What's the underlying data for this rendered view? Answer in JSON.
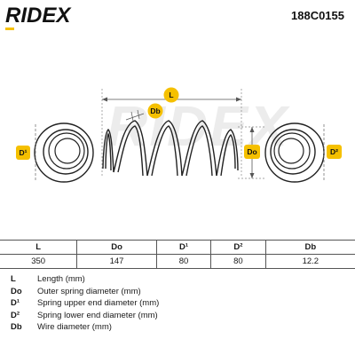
{
  "header": {
    "brand": "RIDEX",
    "part_number": "188C0155"
  },
  "watermark": "RIDEX",
  "diagram": {
    "labels": {
      "length": "L",
      "wire": "Db",
      "outer": "Do",
      "upper": "D¹",
      "lower": "D²"
    },
    "accent": "#f5c000"
  },
  "table": {
    "headers": [
      "L",
      "Do",
      "D¹",
      "D²",
      "Db"
    ],
    "values": [
      "350",
      "147",
      "80",
      "80",
      "12.2"
    ]
  },
  "legend": [
    {
      "key": "L",
      "text": "Length (mm)"
    },
    {
      "key": "Do",
      "text": "Outer spring diameter (mm)"
    },
    {
      "key": "D¹",
      "text": "Spring upper end diameter (mm)"
    },
    {
      "key": "D²",
      "text": "Spring lower end diameter (mm)"
    },
    {
      "key": "Db",
      "text": "Wire diameter (mm)"
    }
  ]
}
